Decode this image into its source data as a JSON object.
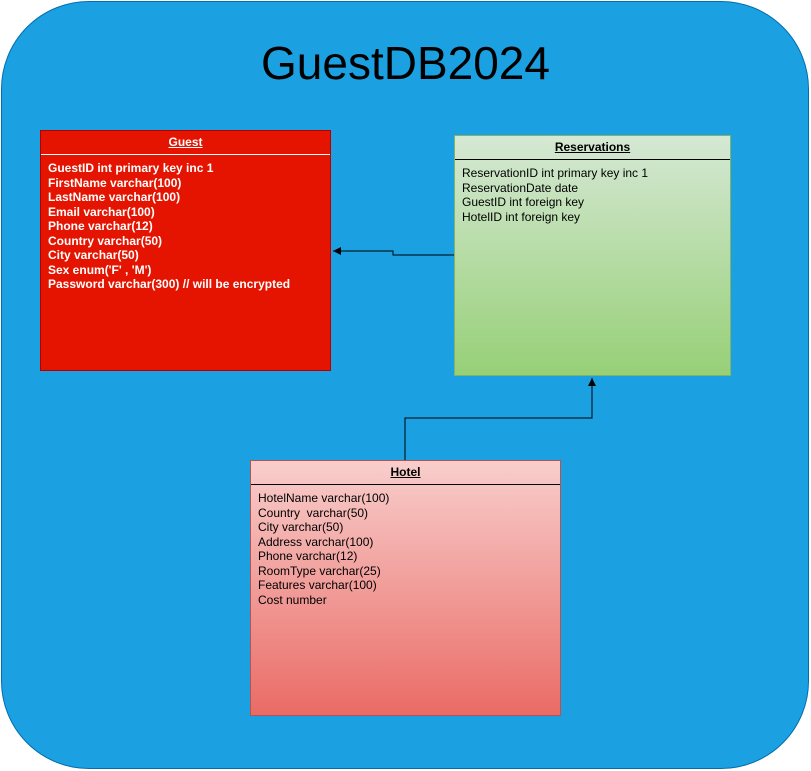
{
  "diagram": {
    "title": "GuestDB2024",
    "colors": {
      "background": "#1ba1e2",
      "guest_fill": "#e51400",
      "reservations_fill_top": "#d5e8d4",
      "reservations_fill_bottom": "#97d077",
      "hotel_fill_top": "#f8cecc",
      "hotel_fill_bottom": "#ea6b66"
    },
    "entities": {
      "guest": {
        "name": "Guest",
        "attributes": [
          "GuestID int primary key inc 1",
          "FirstName varchar(100)",
          "LastName varchar(100)",
          "Email varchar(100)",
          "Phone varchar(12)",
          "Country varchar(50)",
          "City varchar(50)",
          "Sex enum('F' , 'M')",
          "Password varchar(300) // will be encrypted"
        ]
      },
      "reservations": {
        "name": "Reservations",
        "attributes": [
          "ReservationID int primary key inc 1",
          "ReservationDate date",
          "GuestID int foreign key",
          "HotelID int foreign key"
        ]
      },
      "hotel": {
        "name": "Hotel",
        "attributes": [
          "HotelName varchar(100)",
          "Country  varchar(50)",
          "City varchar(50)",
          "Address varchar(100)",
          "Phone varchar(12)",
          "RoomType varchar(25)",
          "Features varchar(100)",
          "Cost number"
        ]
      }
    }
  }
}
